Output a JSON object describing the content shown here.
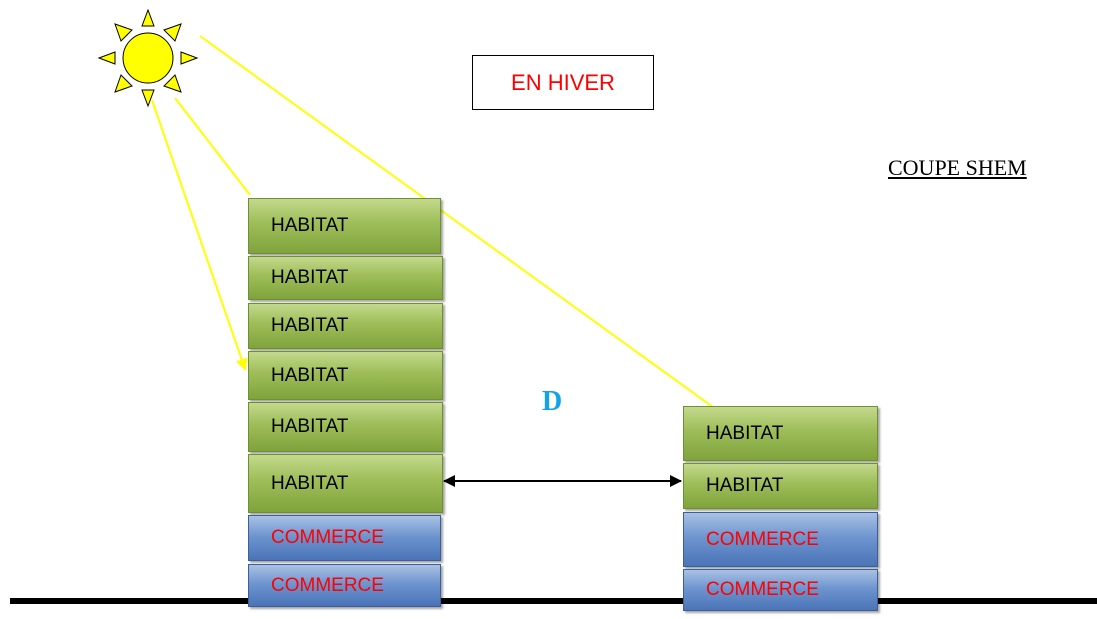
{
  "season_label": "EN HIVER",
  "section_title": "COUPE SHEM",
  "distance_label": "D",
  "left_building": {
    "floors": [
      "HABITAT",
      "HABITAT",
      "HABITAT",
      "HABITAT",
      "HABITAT",
      "HABITAT",
      "COMMERCE",
      "COMMERCE"
    ]
  },
  "right_building": {
    "floors": [
      "HABITAT",
      "HABITAT",
      "COMMERCE",
      "COMMERCE"
    ]
  },
  "colors": {
    "habitat": "#9dbd58",
    "commerce": "#6f95cf",
    "commerce_text": "#ff0000",
    "sun": "#ffff00",
    "sun_rays": "#ffff00",
    "distance_label": "#13a4e8"
  }
}
